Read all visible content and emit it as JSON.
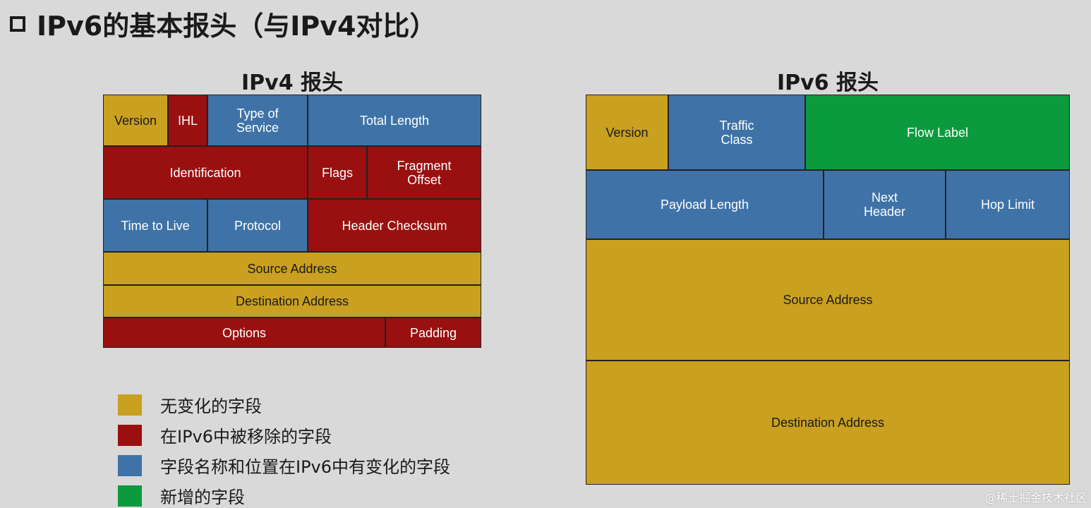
{
  "title": "IPv6的基本报头（与IPv4对比）",
  "colors": {
    "unchanged": "#c9a020",
    "removed": "#9a1010",
    "changed": "#3f73a8",
    "new": "#0c9a3e"
  },
  "ipv4": {
    "title": "IPv4 报头",
    "fields": [
      {
        "label": "Version",
        "kind": "unchanged"
      },
      {
        "label": "IHL",
        "kind": "removed"
      },
      {
        "label": "Type of\nService",
        "kind": "changed"
      },
      {
        "label": "Total Length",
        "kind": "changed"
      },
      {
        "label": "Identification",
        "kind": "removed"
      },
      {
        "label": "Flags",
        "kind": "removed"
      },
      {
        "label": "Fragment\nOffset",
        "kind": "removed"
      },
      {
        "label": "Time to Live",
        "kind": "changed"
      },
      {
        "label": "Protocol",
        "kind": "changed"
      },
      {
        "label": "Header Checksum",
        "kind": "removed"
      },
      {
        "label": "Source Address",
        "kind": "unchanged"
      },
      {
        "label": "Destination Address",
        "kind": "unchanged"
      },
      {
        "label": "Options",
        "kind": "removed"
      },
      {
        "label": "Padding",
        "kind": "removed"
      }
    ]
  },
  "ipv6": {
    "title": "IPv6 报头",
    "fields": [
      {
        "label": "Version",
        "kind": "unchanged"
      },
      {
        "label": "Traffic\nClass",
        "kind": "changed"
      },
      {
        "label": "Flow Label",
        "kind": "new"
      },
      {
        "label": "Payload Length",
        "kind": "changed"
      },
      {
        "label": "Next\nHeader",
        "kind": "changed"
      },
      {
        "label": "Hop Limit",
        "kind": "changed"
      },
      {
        "label": "Source Address",
        "kind": "unchanged"
      },
      {
        "label": "Destination Address",
        "kind": "unchanged"
      }
    ]
  },
  "legend": [
    {
      "label": "无变化的字段",
      "kind": "unchanged"
    },
    {
      "label": "在IPv6中被移除的字段",
      "kind": "removed"
    },
    {
      "label": "字段名称和位置在IPv6中有变化的字段",
      "kind": "changed"
    },
    {
      "label": "新增的字段",
      "kind": "new"
    }
  ],
  "watermark": "@稀土掘金技术社区"
}
